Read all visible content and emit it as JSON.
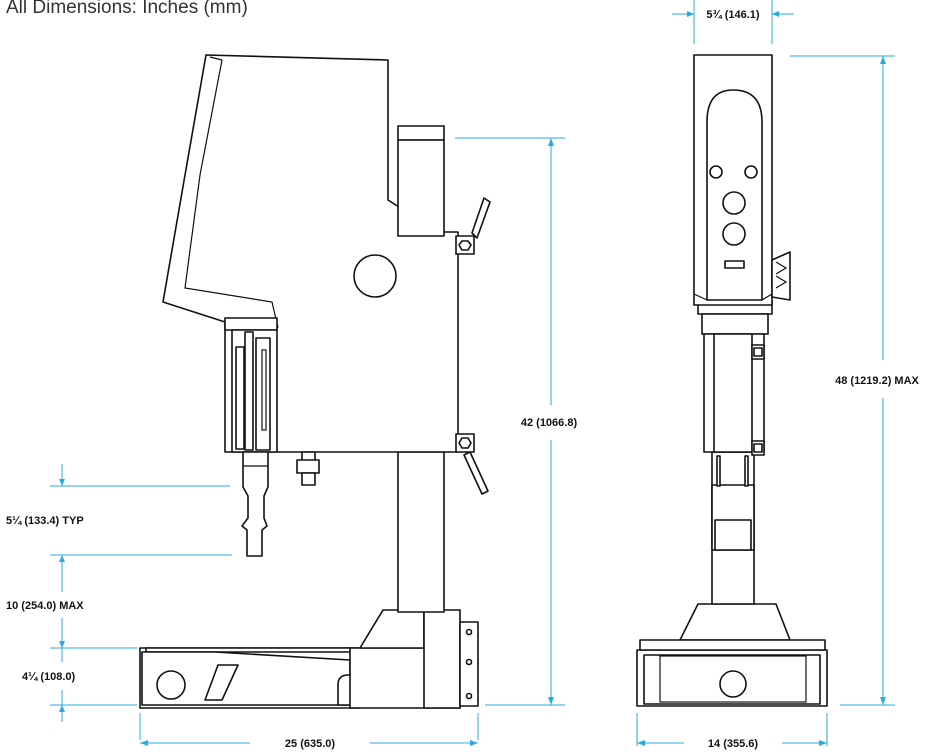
{
  "header": {
    "units_note": "All Dimensions: Inches (mm)"
  },
  "colors": {
    "dimension_line": "#29abe2",
    "linework": "#111111",
    "background": "#ffffff"
  },
  "dimensions": {
    "top_width": "5¾ (146.1)",
    "overall_height": "48 (1219.2) MAX",
    "column_height": "42 (1066.8)",
    "horn_length": "5¼ (133.4) TYP",
    "stroke": "10 (254.0) MAX",
    "base_height": "4¼ (108.0)",
    "base_depth": "25 (635.0)",
    "base_width": "14 (355.6)"
  }
}
